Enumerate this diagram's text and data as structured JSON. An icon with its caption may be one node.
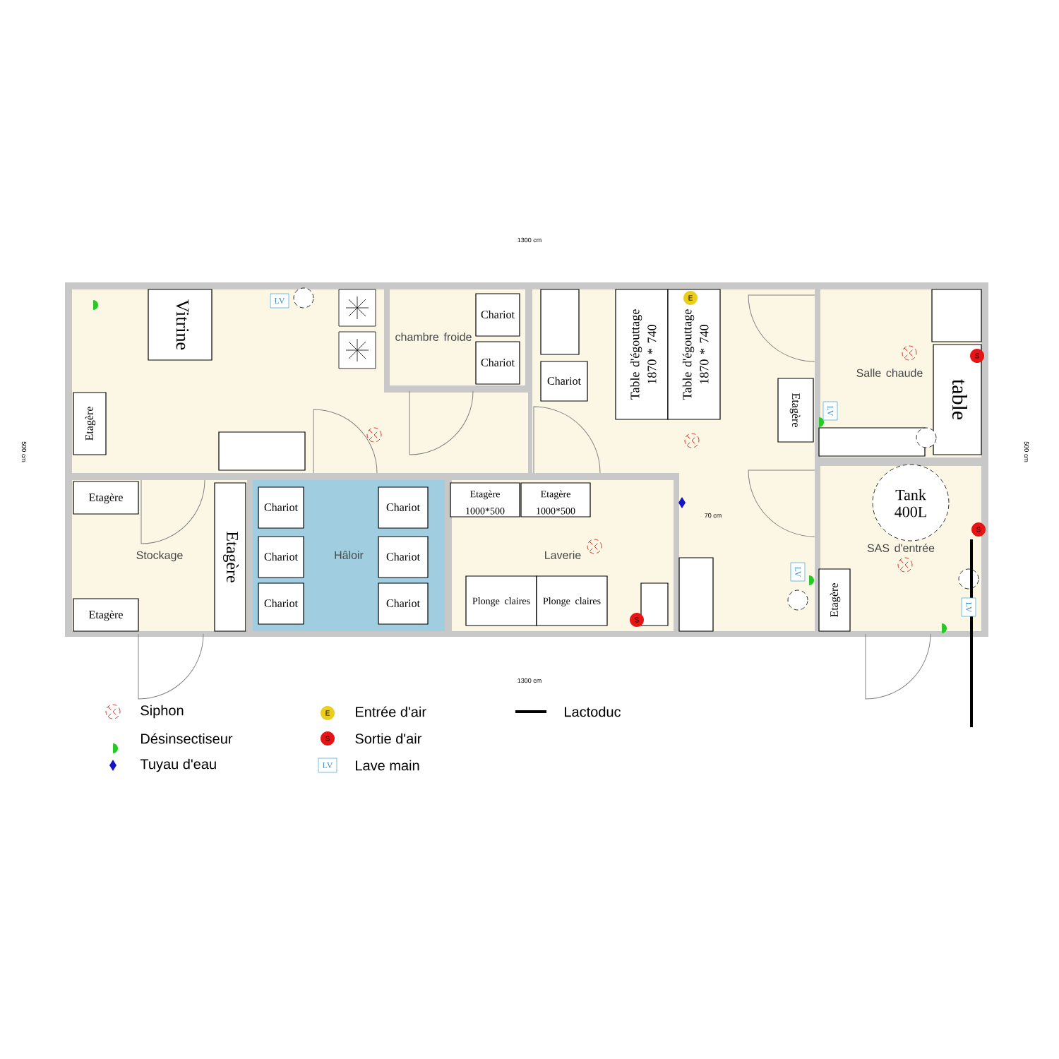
{
  "diagram": {
    "nodes": [
      {
        "text": [
          "Vitrine"
        ]
      },
      {
        "text": [
          "Etagère"
        ]
      },
      {
        "text": [
          "chambre froide"
        ]
      },
      {
        "text": [
          "Chariot"
        ],
        "in": 2
      },
      {
        "text": [
          "Chariot"
        ],
        "in": 2
      },
      {
        "text": [
          "Chariot"
        ]
      },
      {
        "text": [
          "Table d'égouttage 1870 * 740"
        ]
      },
      {
        "text": [
          "Table d'égouttage 1870 * 740"
        ]
      },
      {
        "text": [
          "Etagère"
        ]
      },
      {
        "text": [
          "Salle chaude"
        ]
      },
      {
        "text": [
          "table"
        ],
        "in": 9
      },
      {
        "text": [
          "Stockage"
        ]
      },
      {
        "text": [
          "Etagère"
        ],
        "in": 11
      },
      {
        "text": [
          "Etagère"
        ],
        "in": 11
      },
      {
        "text": [
          "Etagère"
        ],
        "in": 11
      },
      {
        "text": [
          "Hâloir"
        ]
      },
      {
        "text": [
          "Chariot"
        ],
        "in": 15
      },
      {
        "text": [
          "Chariot"
        ],
        "in": 15
      },
      {
        "text": [
          "Chariot"
        ],
        "in": 15
      },
      {
        "text": [
          "Chariot"
        ],
        "in": 15
      },
      {
        "text": [
          "Chariot"
        ],
        "in": 15
      },
      {
        "text": [
          "Chariot"
        ],
        "in": 15
      },
      {
        "text": [
          "Laverie"
        ]
      },
      {
        "text": [
          "Etagère 1000*500"
        ],
        "in": 22
      },
      {
        "text": [
          "Etagère 1000*500"
        ],
        "in": 22
      },
      {
        "text": [
          "Plonge claires"
        ],
        "in": 22
      },
      {
        "text": [
          "Plonge claires"
        ],
        "in": 22
      },
      {
        "text": [
          "SAS d'entrée"
        ]
      },
      {
        "text": [
          "Tank 400L"
        ],
        "in": 27
      },
      {
        "text": [
          "Etagère"
        ],
        "in": 27
      },
      {
        "text": [],
        "shape": "box"
      },
      {
        "text": [],
        "shape": "box"
      },
      {
        "text": [],
        "shape": "box",
        "in": 9
      },
      {
        "text": [],
        "shape": "box",
        "in": 9
      },
      {
        "text": [],
        "shape": "box",
        "in": 22
      },
      {
        "text": [],
        "shape": "box"
      }
    ],
    "labels": [
      "1300 cm",
      "500 cm",
      "500 cm",
      "70 cm",
      "1300 cm",
      "LV",
      "E",
      "S",
      "LV",
      "S",
      "LV",
      "LV",
      "S",
      "E",
      "S",
      "LV"
    ],
    "legend": [
      {
        "text": "Siphon"
      },
      {
        "text": "Désinsectiseur"
      },
      {
        "text": "Tuyau d'eau"
      },
      {
        "text": "Entrée d'air"
      },
      {
        "text": "Sortie d'air"
      },
      {
        "text": "Lave main"
      },
      {
        "text": "Lactoduc"
      }
    ]
  }
}
